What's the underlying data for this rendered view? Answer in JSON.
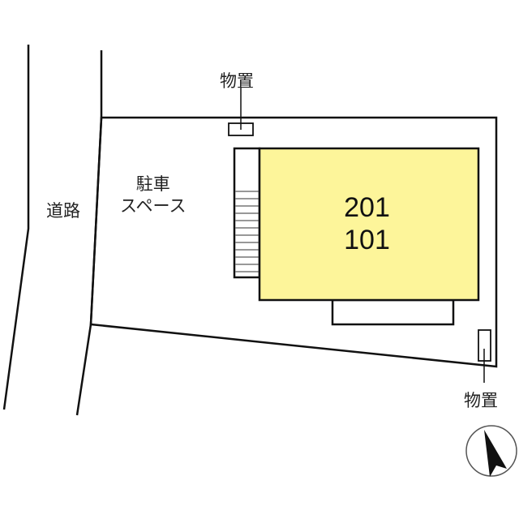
{
  "colors": {
    "building_fill": "#fdf59a",
    "line": "#111111",
    "background": "#ffffff"
  },
  "labels": {
    "storage_top": "物置",
    "storage_bottom": "物置",
    "road": "道路",
    "parking_line1": "駐車",
    "parking_line2": "スペース",
    "unit_upper": "201",
    "unit_lower": "101"
  },
  "icons": {
    "compass": "north-arrow-icon"
  }
}
